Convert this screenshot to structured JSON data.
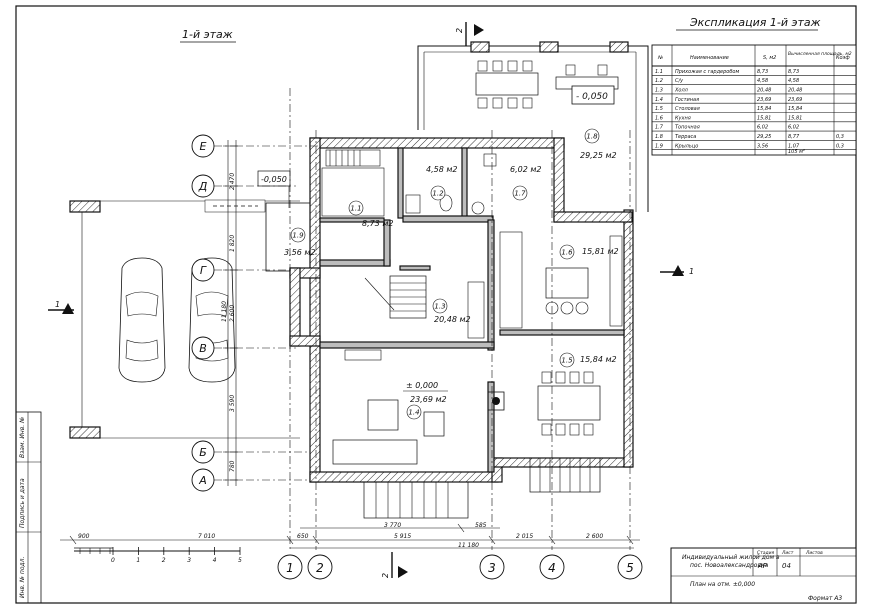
{
  "plan": {
    "title": "1-й этаж",
    "section_marks": {
      "top": "2",
      "bottom": "2",
      "left": "1",
      "right": "1"
    },
    "axes_left": [
      "Е",
      "Д",
      "Г",
      "В",
      "Б",
      "А"
    ],
    "axes_bottom": [
      "1",
      "2",
      "3",
      "4",
      "5"
    ],
    "rooms": [
      {
        "num": "1.1",
        "area": "8,73 м2"
      },
      {
        "num": "1.2",
        "area": "4,58 м2"
      },
      {
        "num": "1.3",
        "area": "20,48 м2"
      },
      {
        "num": "1.4",
        "area": "23,69 м2"
      },
      {
        "num": "1.5",
        "area": "15,84 м2"
      },
      {
        "num": "1.6",
        "area": "15,81 м2"
      },
      {
        "num": "1.7",
        "area": "6,02 м2"
      },
      {
        "num": "1.8",
        "area": "29,25 м2"
      },
      {
        "num": "1.9",
        "area": "3,56 м2"
      }
    ],
    "levels": {
      "terrace": "- 0,050",
      "porch": "-0,050",
      "floor": "± 0,000"
    },
    "dims_vertical": {
      "a": "2 470",
      "b": "1 820",
      "c": "2 600",
      "d": "3 590",
      "e": "780",
      "total": "11 180"
    },
    "dims_bottom": {
      "d900": "900",
      "d7010": "7 010",
      "d650": "650",
      "d3770": "3 770",
      "d585": "585",
      "d5915": "5 915",
      "d2015": "2 015",
      "d2600": "2 600",
      "total": "11 180"
    },
    "scale_labels": [
      "0",
      "1",
      "2",
      "3",
      "4",
      "5"
    ]
  },
  "explication": {
    "title": "Экспликация 1-й этаж",
    "headers": [
      "№",
      "Наименование",
      "S, м2",
      "Вычисленная площадь, м2",
      "Коэф"
    ],
    "rows": [
      [
        "1.1",
        "Прихожая с гардеробом",
        "8,73",
        "8,73",
        ""
      ],
      [
        "1.2",
        "С/у",
        "4,58",
        "4,58",
        ""
      ],
      [
        "1.3",
        "Холл",
        "20,48",
        "20,48",
        ""
      ],
      [
        "1.4",
        "Гостиная",
        "23,69",
        "23,69",
        ""
      ],
      [
        "1.5",
        "Столовая",
        "15,84",
        "15,84",
        ""
      ],
      [
        "1.6",
        "Кухня",
        "15,81",
        "15,81",
        ""
      ],
      [
        "1.7",
        "Топочная",
        "6,02",
        "6,02",
        ""
      ],
      [
        "1.8",
        "Терраса",
        "29,25",
        "8,77",
        "0,3"
      ],
      [
        "1.9",
        "Крыльцо",
        "3,56",
        "1,07",
        "0,3"
      ]
    ],
    "total": "105 м²"
  },
  "sidebar": {
    "label1": "Взам. Инв. №",
    "label2": "Подпись и дата",
    "label3": "Инв. № подл."
  },
  "stamp": {
    "project": "Индивидуальный жилой дом в",
    "location": "пос. Новоалександровка",
    "sheet_name": "План на отм. ±0,000",
    "col_stage": "Стадия",
    "col_sheet": "Лист",
    "col_sheets": "Листов",
    "stage": "АР",
    "sheet": "04",
    "format": "Формат А3"
  }
}
